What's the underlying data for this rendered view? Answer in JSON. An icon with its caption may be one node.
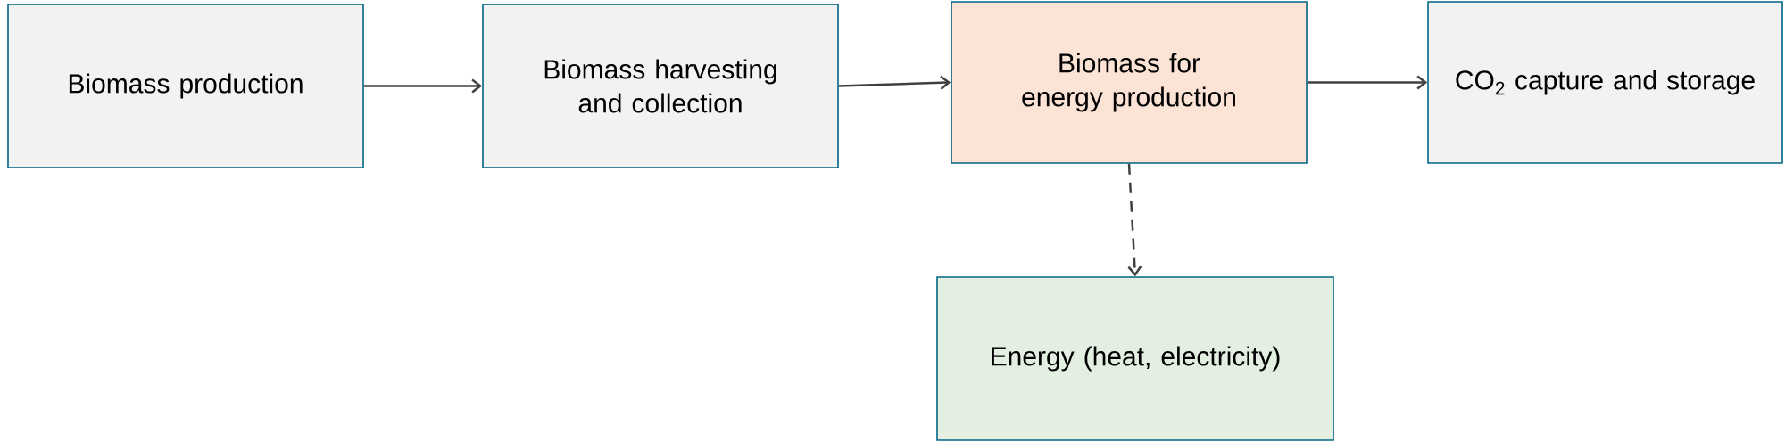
{
  "diagram": {
    "nodes": [
      {
        "text": [
          "Biomass production"
        ]
      },
      {
        "text": [
          "Biomass harvesting and collection"
        ]
      },
      {
        "text": [
          "Biomass for energy production"
        ]
      },
      {
        "text": [
          "CO$_{2}$ capture and storage"
        ]
      },
      {
        "text": [
          "Energy (heat, electricity)"
        ]
      }
    ],
    "edges": [
      {
        "from": 0,
        "to": 1,
        "arrow": "to"
      },
      {
        "from": 1,
        "to": 2,
        "arrow": "to"
      },
      {
        "from": 2,
        "to": 3,
        "arrow": "to"
      },
      {
        "from": 2,
        "to": 4,
        "arrow": "to",
        "style": "dashed"
      }
    ]
  }
}
